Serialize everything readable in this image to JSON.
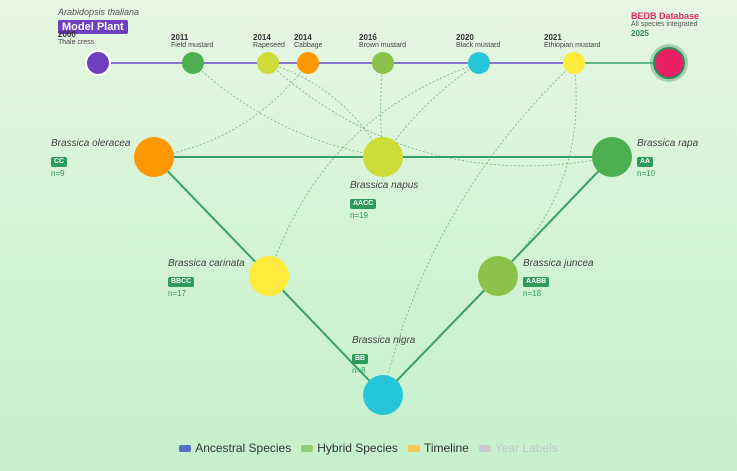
{
  "colors": {
    "timeline_line": "#6a4fc7",
    "timeline_end_line": "#3ca56a",
    "triangle": "#3aa06a",
    "links": "#5aa86a",
    "model_node": "#6f3fbf",
    "bedb_node": "#e0245e",
    "bedb_glow": "#2e8b57"
  },
  "model_plant": {
    "species": "Arabidopsis thaliana",
    "badge": "Model Plant",
    "year": "2000",
    "common_name": "Thale cress",
    "color": "#6f3fbf"
  },
  "timeline": [
    {
      "id": "t2011",
      "year": "2011",
      "name": "Field mustard",
      "color": "#4caf50"
    },
    {
      "id": "t2014a",
      "year": "2014",
      "name": "Rapeseed",
      "color": "#cddc39"
    },
    {
      "id": "t2014b",
      "year": "2014",
      "name": "Cabbage",
      "color": "#ff9800"
    },
    {
      "id": "t2016",
      "year": "2016",
      "name": "Brown mustard",
      "color": "#8bc34a"
    },
    {
      "id": "t2020",
      "year": "2020",
      "name": "Black mustard",
      "color": "#26c6da"
    },
    {
      "id": "t2021",
      "year": "2021",
      "name": "Ethiopian mustard",
      "color": "#ffeb3b"
    }
  ],
  "bedb": {
    "title": "BEDB Database",
    "subtitle": "All species integrated",
    "year": "2025",
    "color": "#e91e63"
  },
  "species": [
    {
      "id": "oleracea",
      "name": "Brassica oleracea",
      "genome": "CC",
      "chrom": "n=9",
      "color": "#ff9800",
      "group": "ancestral"
    },
    {
      "id": "napus",
      "name": "Brassica napus",
      "genome": "AACC",
      "chrom": "n=19",
      "color": "#cddc39",
      "group": "hybrid"
    },
    {
      "id": "rapa",
      "name": "Brassica rapa",
      "genome": "AA",
      "chrom": "n=10",
      "color": "#4caf50",
      "group": "ancestral"
    },
    {
      "id": "carinata",
      "name": "Brassica carinata",
      "genome": "BBCC",
      "chrom": "n=17",
      "color": "#ffeb3b",
      "group": "hybrid"
    },
    {
      "id": "juncea",
      "name": "Brassica juncea",
      "genome": "AABB",
      "chrom": "n=18",
      "color": "#8bc34a",
      "group": "hybrid"
    },
    {
      "id": "nigra",
      "name": "Brassica nigra",
      "genome": "BB",
      "chrom": "n=8",
      "color": "#26c6da",
      "group": "ancestral"
    }
  ],
  "legend": [
    {
      "label": "Ancestral Species",
      "color": "#5470c6",
      "active": true
    },
    {
      "label": "Hybrid Species",
      "color": "#91cc75",
      "active": true
    },
    {
      "label": "Timeline",
      "color": "#fac858",
      "active": true
    },
    {
      "label": "Year Labels",
      "color": "#cccccc",
      "active": false
    }
  ]
}
